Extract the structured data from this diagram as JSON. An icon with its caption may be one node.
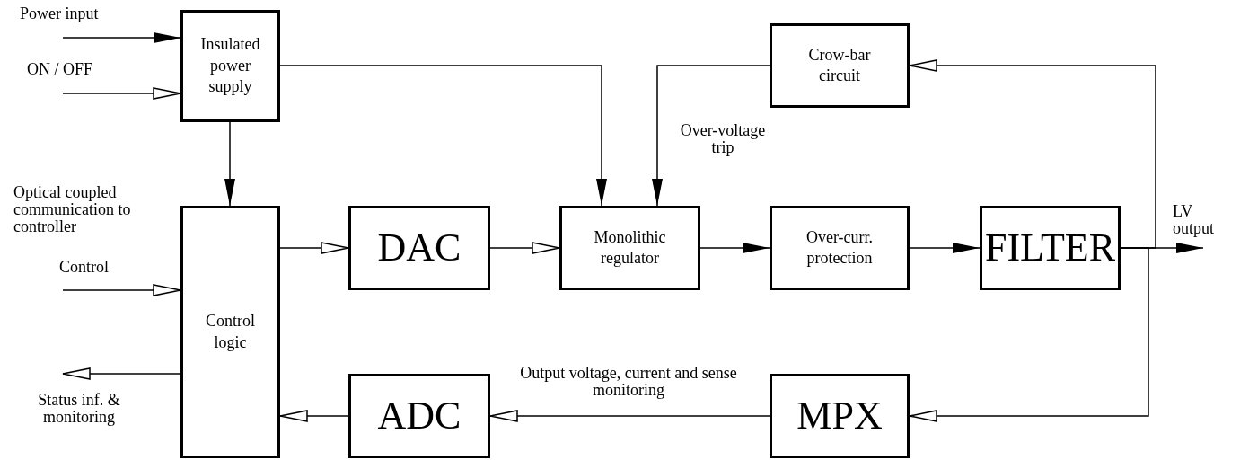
{
  "diagram": {
    "nodes": [
      {
        "text": [
          "Insulated power supply"
        ]
      },
      {
        "text": [
          "Control logic"
        ]
      },
      {
        "text": [
          "DAC"
        ]
      },
      {
        "text": [
          "Monolithic regulator"
        ]
      },
      {
        "text": [
          "Crow-bar circuit"
        ]
      },
      {
        "text": [
          "Over-curr. protection"
        ]
      },
      {
        "text": [
          "FILTER"
        ]
      },
      {
        "text": [
          "ADC"
        ]
      },
      {
        "text": [
          "MPX"
        ]
      },
      {
        "text": [
          "Power input"
        ]
      },
      {
        "text": [
          "ON / OFF"
        ]
      },
      {
        "text": [
          "Control"
        ]
      },
      {
        "text": [
          "Status inf. & monitoring"
        ]
      },
      {
        "text": [
          "LV output"
        ]
      }
    ],
    "edges": [
      {
        "from": 9,
        "to": 0,
        "arrow": "to"
      },
      {
        "from": 10,
        "to": 0,
        "arrow": "to"
      },
      {
        "from": 0,
        "to": 1,
        "arrow": "to"
      },
      {
        "from": 0,
        "to": 3,
        "arrow": "to"
      },
      {
        "from": 4,
        "to": 3,
        "arrow": "to",
        "label": "Over-voltage trip"
      },
      {
        "from": 11,
        "to": 1,
        "arrow": "to"
      },
      {
        "from": 1,
        "to": 12,
        "arrow": "to"
      },
      {
        "from": 1,
        "to": 2,
        "arrow": "to"
      },
      {
        "from": 2,
        "to": 3,
        "arrow": "to"
      },
      {
        "from": 3,
        "to": 5,
        "arrow": "to"
      },
      {
        "from": 5,
        "to": 6,
        "arrow": "to"
      },
      {
        "from": 6,
        "to": 13,
        "arrow": "to"
      },
      {
        "from": 6,
        "to": 4,
        "arrow": "to"
      },
      {
        "from": 6,
        "to": 8,
        "arrow": "to"
      },
      {
        "from": 8,
        "to": 7,
        "arrow": "to",
        "label": "Output voltage, current and sense monitoring"
      },
      {
        "from": 7,
        "to": 1,
        "arrow": "to"
      }
    ],
    "labels": [
      "Optical coupled communication to controller"
    ]
  }
}
